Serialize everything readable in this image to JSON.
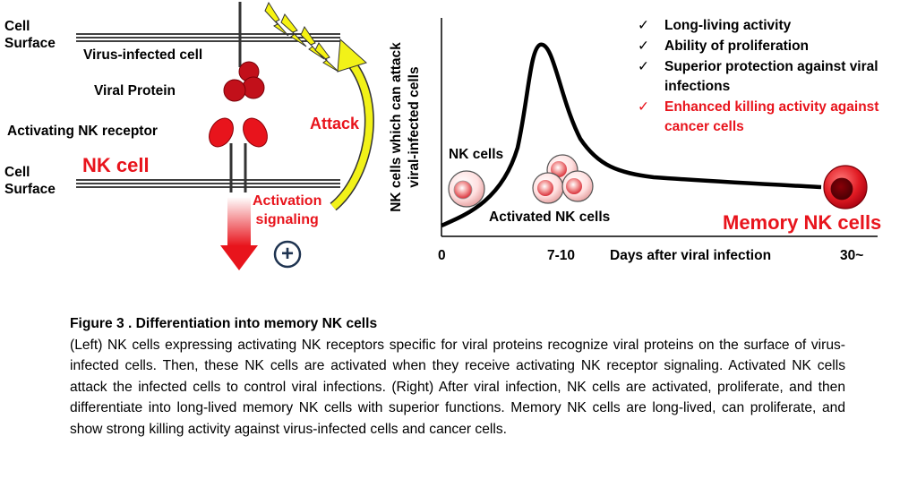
{
  "left_panel": {
    "cell_surface_top": [
      "Cell",
      "Surface"
    ],
    "virus_infected_cell": "Virus-infected cell",
    "viral_protein": "Viral Protein",
    "activating_receptor": "Activating NK receptor",
    "cell_surface_bottom": [
      "Cell",
      "Surface"
    ],
    "nk_cell": "NK cell",
    "attack": "Attack",
    "activation_signaling": [
      "Activation",
      "signaling"
    ],
    "plus_symbol": "+"
  },
  "right_panel": {
    "y_axis_label": [
      "NK cells which can attack",
      "viral-infected cells"
    ],
    "x_axis_ticks": [
      "0",
      "7-10",
      "30~"
    ],
    "x_axis_label": "Days after viral infection",
    "nk_cells_label": "NK cells",
    "activated_nk_cells_label": "Activated NK cells",
    "memory_nk_cells_label": "Memory NK cells",
    "features": [
      {
        "check": "✓",
        "text": "Long-living activity",
        "highlight": false
      },
      {
        "check": "✓",
        "text": "Ability of proliferation",
        "highlight": false
      },
      {
        "check": "✓",
        "text": "Superior protection against viral infections",
        "highlight": false
      },
      {
        "check": "✓",
        "text": "Enhanced killing activity against cancer cells",
        "highlight": true
      }
    ]
  },
  "colors": {
    "accent_red": "#e8141c",
    "dark_red": "#b5000a",
    "lightning_yellow": "#f6f312",
    "arrow_yellow": "#f2f218"
  },
  "caption": {
    "title": "Figure 3 . Differentiation into memory NK cells",
    "body": "(Left) NK cells expressing activating NK receptors specific for viral proteins recognize viral proteins on the surface of virus-infected cells. Then, these NK cells are activated when they receive activating NK receptor signaling. Activated NK cells attack the infected cells to control viral infections. (Right) After viral infection, NK cells are activated, proliferate, and then differentiate into long-lived memory NK cells with superior functions. Memory NK cells are long-lived, can proliferate, and show strong killing activity against virus-infected cells and cancer cells."
  }
}
